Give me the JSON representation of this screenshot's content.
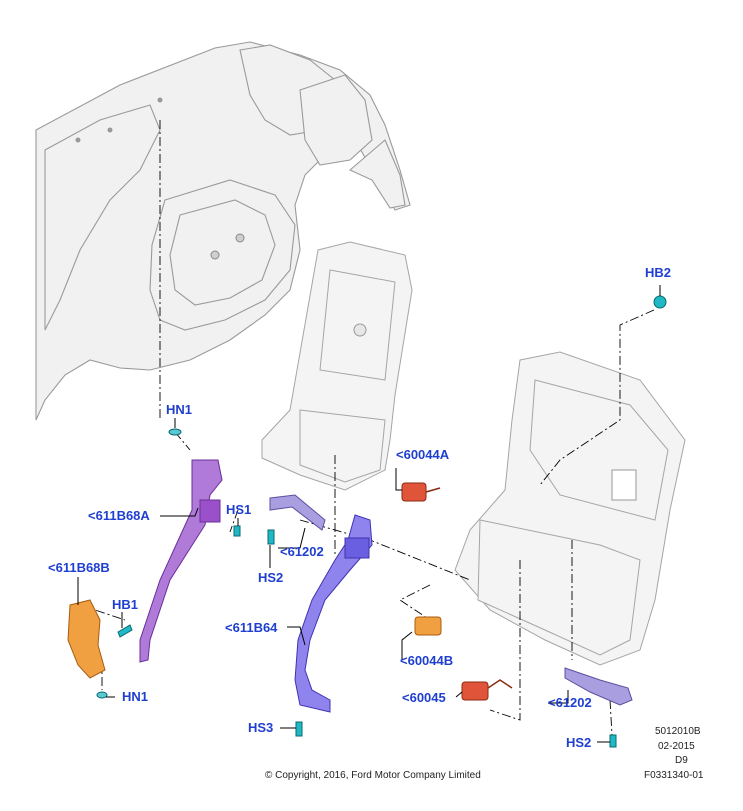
{
  "callouts": {
    "hb2": "HB2",
    "hn1_top": "HN1",
    "c60044a": "<60044A",
    "c611b68a": "<611B68A",
    "hs1": "HS1",
    "c61202_left": "<61202",
    "hs2_left": "HS2",
    "c611b68b": "<611B68B",
    "hb1": "HB1",
    "hn1_bottom": "HN1",
    "c611b64": "<611B64",
    "c60044b": "<60044B",
    "c60045": "<60045",
    "c61202_right": "<61202",
    "hs3": "HS3",
    "hs2_right": "HS2"
  },
  "footer": {
    "ref": "5012010B",
    "date": "02-2015",
    "code": "D9",
    "figure": "F0331340-01",
    "copyright": "© Copyright, 2016, Ford Motor Company Limited"
  },
  "colors": {
    "callout_text": "#1f3fd0",
    "belt_purple": "#9a50c8",
    "belt_blue": "#6a5fe0",
    "bracket_orange": "#e8922a",
    "buckle_red": "#d9532a",
    "fastener_cyan": "#1fb8c4",
    "body_gray": "#f1f1f1"
  }
}
